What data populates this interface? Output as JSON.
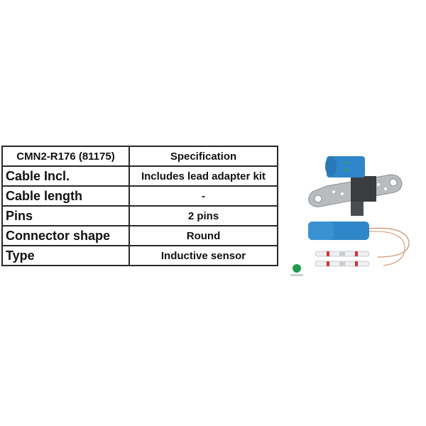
{
  "table": {
    "header": {
      "label": "CMN2-R176 (81175)",
      "value": "Specification"
    },
    "rows": [
      {
        "label": "Cable Incl.",
        "value": "Includes lead adapter kit"
      },
      {
        "label": "Cable length",
        "value": "-"
      },
      {
        "label": "Pins",
        "value": "2 pins"
      },
      {
        "label": "Connector shape",
        "value": "Round"
      },
      {
        "label": "Type",
        "value": "Inductive sensor"
      }
    ]
  },
  "product_image": {
    "description": "Crankshaft position sensor with blue connector, metal mounting bracket, blue repair connector with pigtail wires and two heat-shrink butt connectors",
    "colors": {
      "connector": "#2f86c8",
      "bracket": "#b9bcbf",
      "body": "#3a3d40",
      "wire": "#c98d6a",
      "splice_red": "#d8303a",
      "logo": "#1f9a4a"
    }
  }
}
